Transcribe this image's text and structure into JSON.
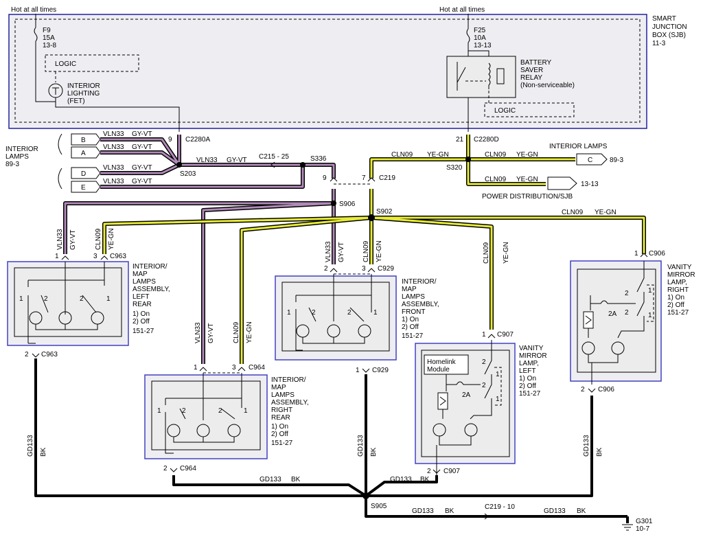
{
  "sjb": {
    "hot_left": "Hot at all times",
    "hot_right": "Hot at all times",
    "title": [
      "SMART",
      "JUNCTION",
      "BOX (SJB)",
      "11-3"
    ],
    "fuse_left": [
      "F9",
      "15A",
      "13-8"
    ],
    "fuse_right": [
      "F25",
      "10A",
      "13-13"
    ],
    "logic_left": "LOGIC",
    "logic_right": "LOGIC",
    "fet": [
      "INTERIOR",
      "LIGHTING",
      "(FET)"
    ],
    "relay": [
      "BATTERY",
      "SAVER",
      "RELAY",
      "(Non-serviceable)"
    ],
    "pin_left": "9",
    "conn_left": "C2280A",
    "pin_right": "21",
    "conn_right": "C2280D"
  },
  "interior_lamps": {
    "label": [
      "INTERIOR",
      "LAMPS",
      "89-3"
    ],
    "letters": [
      "B",
      "A",
      "D",
      "E"
    ],
    "wire": "VLN33",
    "color": "GY-VT",
    "splice": "S203"
  },
  "mid": {
    "vln": "VLN33",
    "gyvt": "GY-VT",
    "c215": "C215 - 25",
    "s336": "S336",
    "s906": "S906",
    "s902": "S902",
    "s320": "S320",
    "c219": "C219",
    "pin9": "9",
    "pin7": "7",
    "cln": "CLN09",
    "yegn": "YE-GN"
  },
  "right_top": {
    "interior_lamps": "INTERIOR LAMPS",
    "c_letter": "C",
    "c_ref": "89-3",
    "power_dist": "POWER DISTRIBUTION/SJB",
    "pd_ref": "13-13"
  },
  "lamps": {
    "left_rear": [
      "INTERIOR/",
      "MAP",
      "LAMPS",
      "ASSEMBLY,",
      "LEFT",
      "REAR",
      "1) On",
      "2) Off",
      "151-27"
    ],
    "right_rear": [
      "INTERIOR/",
      "MAP",
      "LAMPS",
      "ASSEMBLY,",
      "RIGHT",
      "REAR",
      "1) On",
      "2) Off",
      "151-27"
    ],
    "front": [
      "INTERIOR/",
      "MAP",
      "LAMPS",
      "ASSEMBLY,",
      "FRONT",
      "1) On",
      "2) Off",
      "151-27"
    ],
    "vanity_left": [
      "VANITY",
      "MIRROR",
      "LAMP,",
      "LEFT",
      "1) On",
      "2) Off",
      "151-27"
    ],
    "vanity_right": [
      "VANITY",
      "MIRROR",
      "LAMP,",
      "RIGHT",
      "1) On",
      "2) Off",
      "151-27"
    ],
    "homelink": [
      "Homelink",
      "Module"
    ],
    "twoA": "2A"
  },
  "connectors": {
    "c963": "C963",
    "c964": "C964",
    "c929": "C929",
    "c907": "C907",
    "c906": "C906"
  },
  "ground": {
    "gd": "GD133",
    "bk": "BK",
    "s905": "S905",
    "c219_10": "C219 - 10",
    "g301": "G301",
    "g301_ref": "10-7"
  },
  "pins": {
    "one": "1",
    "two": "2",
    "three": "3"
  }
}
